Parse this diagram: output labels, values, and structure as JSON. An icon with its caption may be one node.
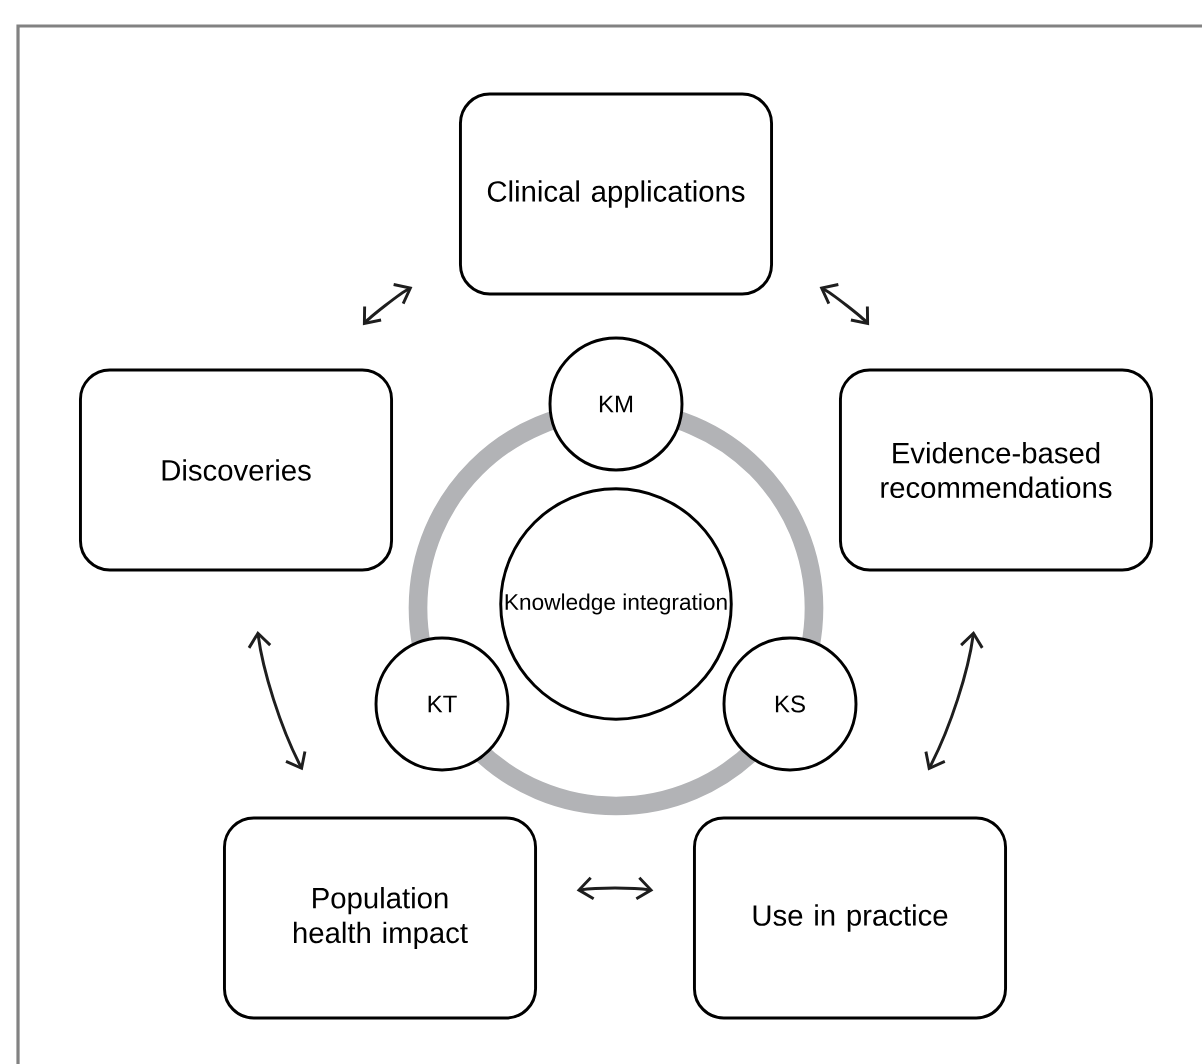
{
  "diagram": {
    "nodes": [
      {
        "text": [
          "Clinical applications"
        ]
      },
      {
        "text": [
          "Discoveries"
        ]
      },
      {
        "text": [
          "Evidence-based recommendations"
        ]
      },
      {
        "text": [
          "KM"
        ]
      },
      {
        "text": [
          "Knowledge integration"
        ]
      },
      {
        "text": [
          "KT"
        ]
      },
      {
        "text": [
          "KS"
        ]
      },
      {
        "text": [
          "Population health impact"
        ]
      },
      {
        "text": [
          "Use in practice"
        ]
      }
    ],
    "edges": [
      {
        "from": 1,
        "to": 0,
        "arrow": "both"
      },
      {
        "from": 0,
        "to": 2,
        "arrow": "both"
      },
      {
        "from": 2,
        "to": 8,
        "arrow": "both"
      },
      {
        "from": 8,
        "to": 7,
        "arrow": "both"
      },
      {
        "from": 7,
        "to": 1,
        "arrow": "both"
      }
    ]
  }
}
